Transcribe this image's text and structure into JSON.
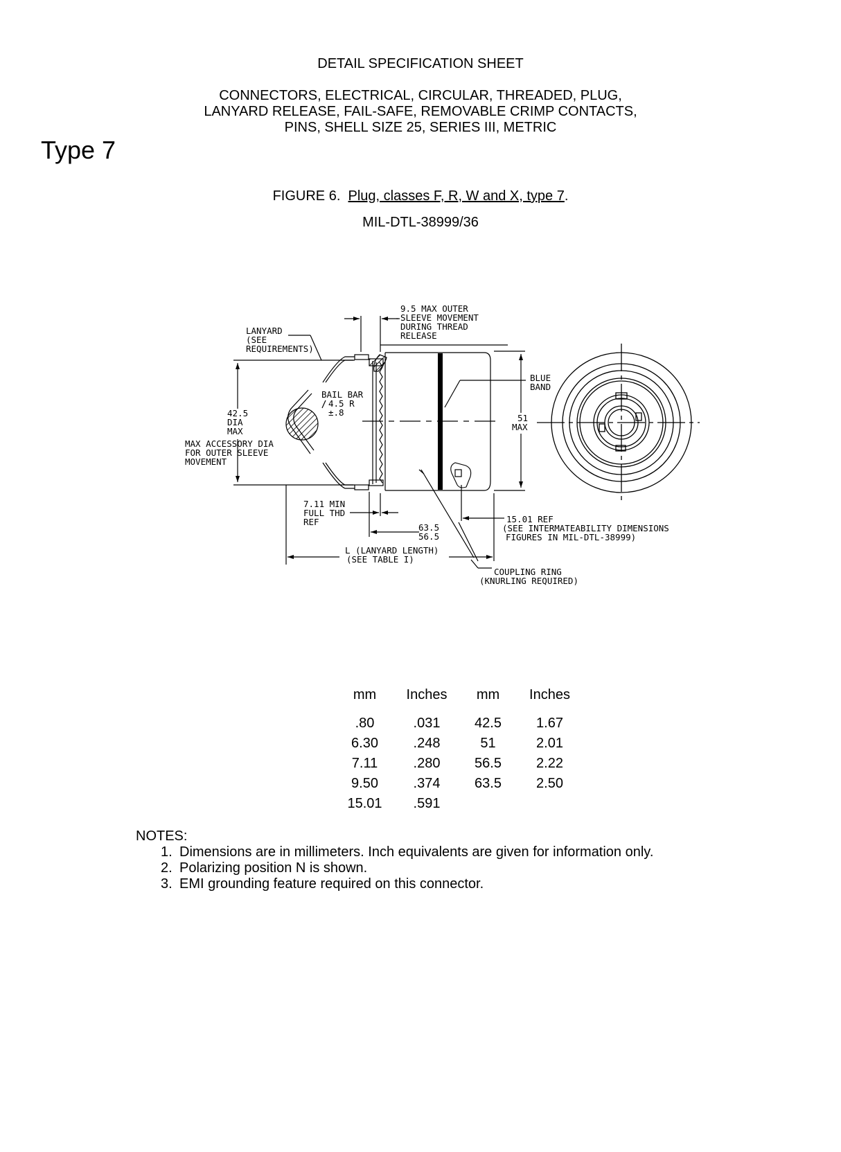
{
  "header": {
    "title": "DETAIL SPECIFICATION SHEET",
    "subtitle_lines": [
      "CONNECTORS, ELECTRICAL, CIRCULAR, THREADED, PLUG,",
      "LANYARD RELEASE, FAIL-SAFE, REMOVABLE CRIMP CONTACTS,",
      "PINS, SHELL SIZE 25, SERIES III, METRIC"
    ]
  },
  "type_label": "Type 7",
  "figure": {
    "caption_prefix": "FIGURE 6.",
    "caption_text": "Plug, classes F, R, W and X, type 7",
    "caption_suffix": ".",
    "doc_number": "MIL-DTL-38999/36"
  },
  "drawing": {
    "labels": {
      "lanyard": [
        "LANYARD",
        "(SEE",
        "REQUIREMENTS)"
      ],
      "sleeve_movement": [
        "9.5 MAX OUTER",
        "SLEEVE MOVEMENT",
        "DURING THREAD",
        "RELEASE"
      ],
      "blue_band": [
        "BLUE",
        "BAND"
      ],
      "bail_bar": [
        "BAIL BAR",
        "4.5 R",
        "±.8"
      ],
      "dia": [
        "42.5",
        "DIA",
        "MAX"
      ],
      "max_accessory": [
        "MAX ACCESSORY DIA",
        "FOR OUTER SLEEVE",
        "MOVEMENT"
      ],
      "max51": [
        "51",
        "MAX"
      ],
      "full_thd": [
        "7.11 MIN",
        "FULL THD",
        "REF"
      ],
      "length_63": [
        "63.5",
        "56.5"
      ],
      "ref_1501": [
        "15.01 REF",
        "(SEE INTERMATEABILITY DIMENSIONS",
        "FIGURES IN MIL-DTL-38999)"
      ],
      "lanyard_length": [
        "L (LANYARD LENGTH)",
        "(SEE TABLE I)"
      ],
      "coupling_ring": [
        "COUPLING RING",
        "(KNURLING REQUIRED)"
      ]
    }
  },
  "conversion_table": {
    "headers": [
      "mm",
      "Inches",
      "mm",
      "Inches"
    ],
    "rows": [
      [
        ".80",
        ".031",
        "42.5",
        "1.67"
      ],
      [
        "6.30",
        ".248",
        "51",
        "2.01"
      ],
      [
        "7.11",
        ".280",
        "56.5",
        "2.22"
      ],
      [
        "9.50",
        ".374",
        "63.5",
        "2.50"
      ],
      [
        "15.01",
        ".591",
        "",
        ""
      ]
    ]
  },
  "notes": {
    "heading": "NOTES:",
    "items": [
      {
        "num": "1.",
        "text": "Dimensions are in millimeters.  Inch equivalents are given for information only."
      },
      {
        "num": "2.",
        "text": "Polarizing position N is shown."
      },
      {
        "num": "3.",
        "text": "EMI grounding feature required on this connector."
      }
    ]
  }
}
